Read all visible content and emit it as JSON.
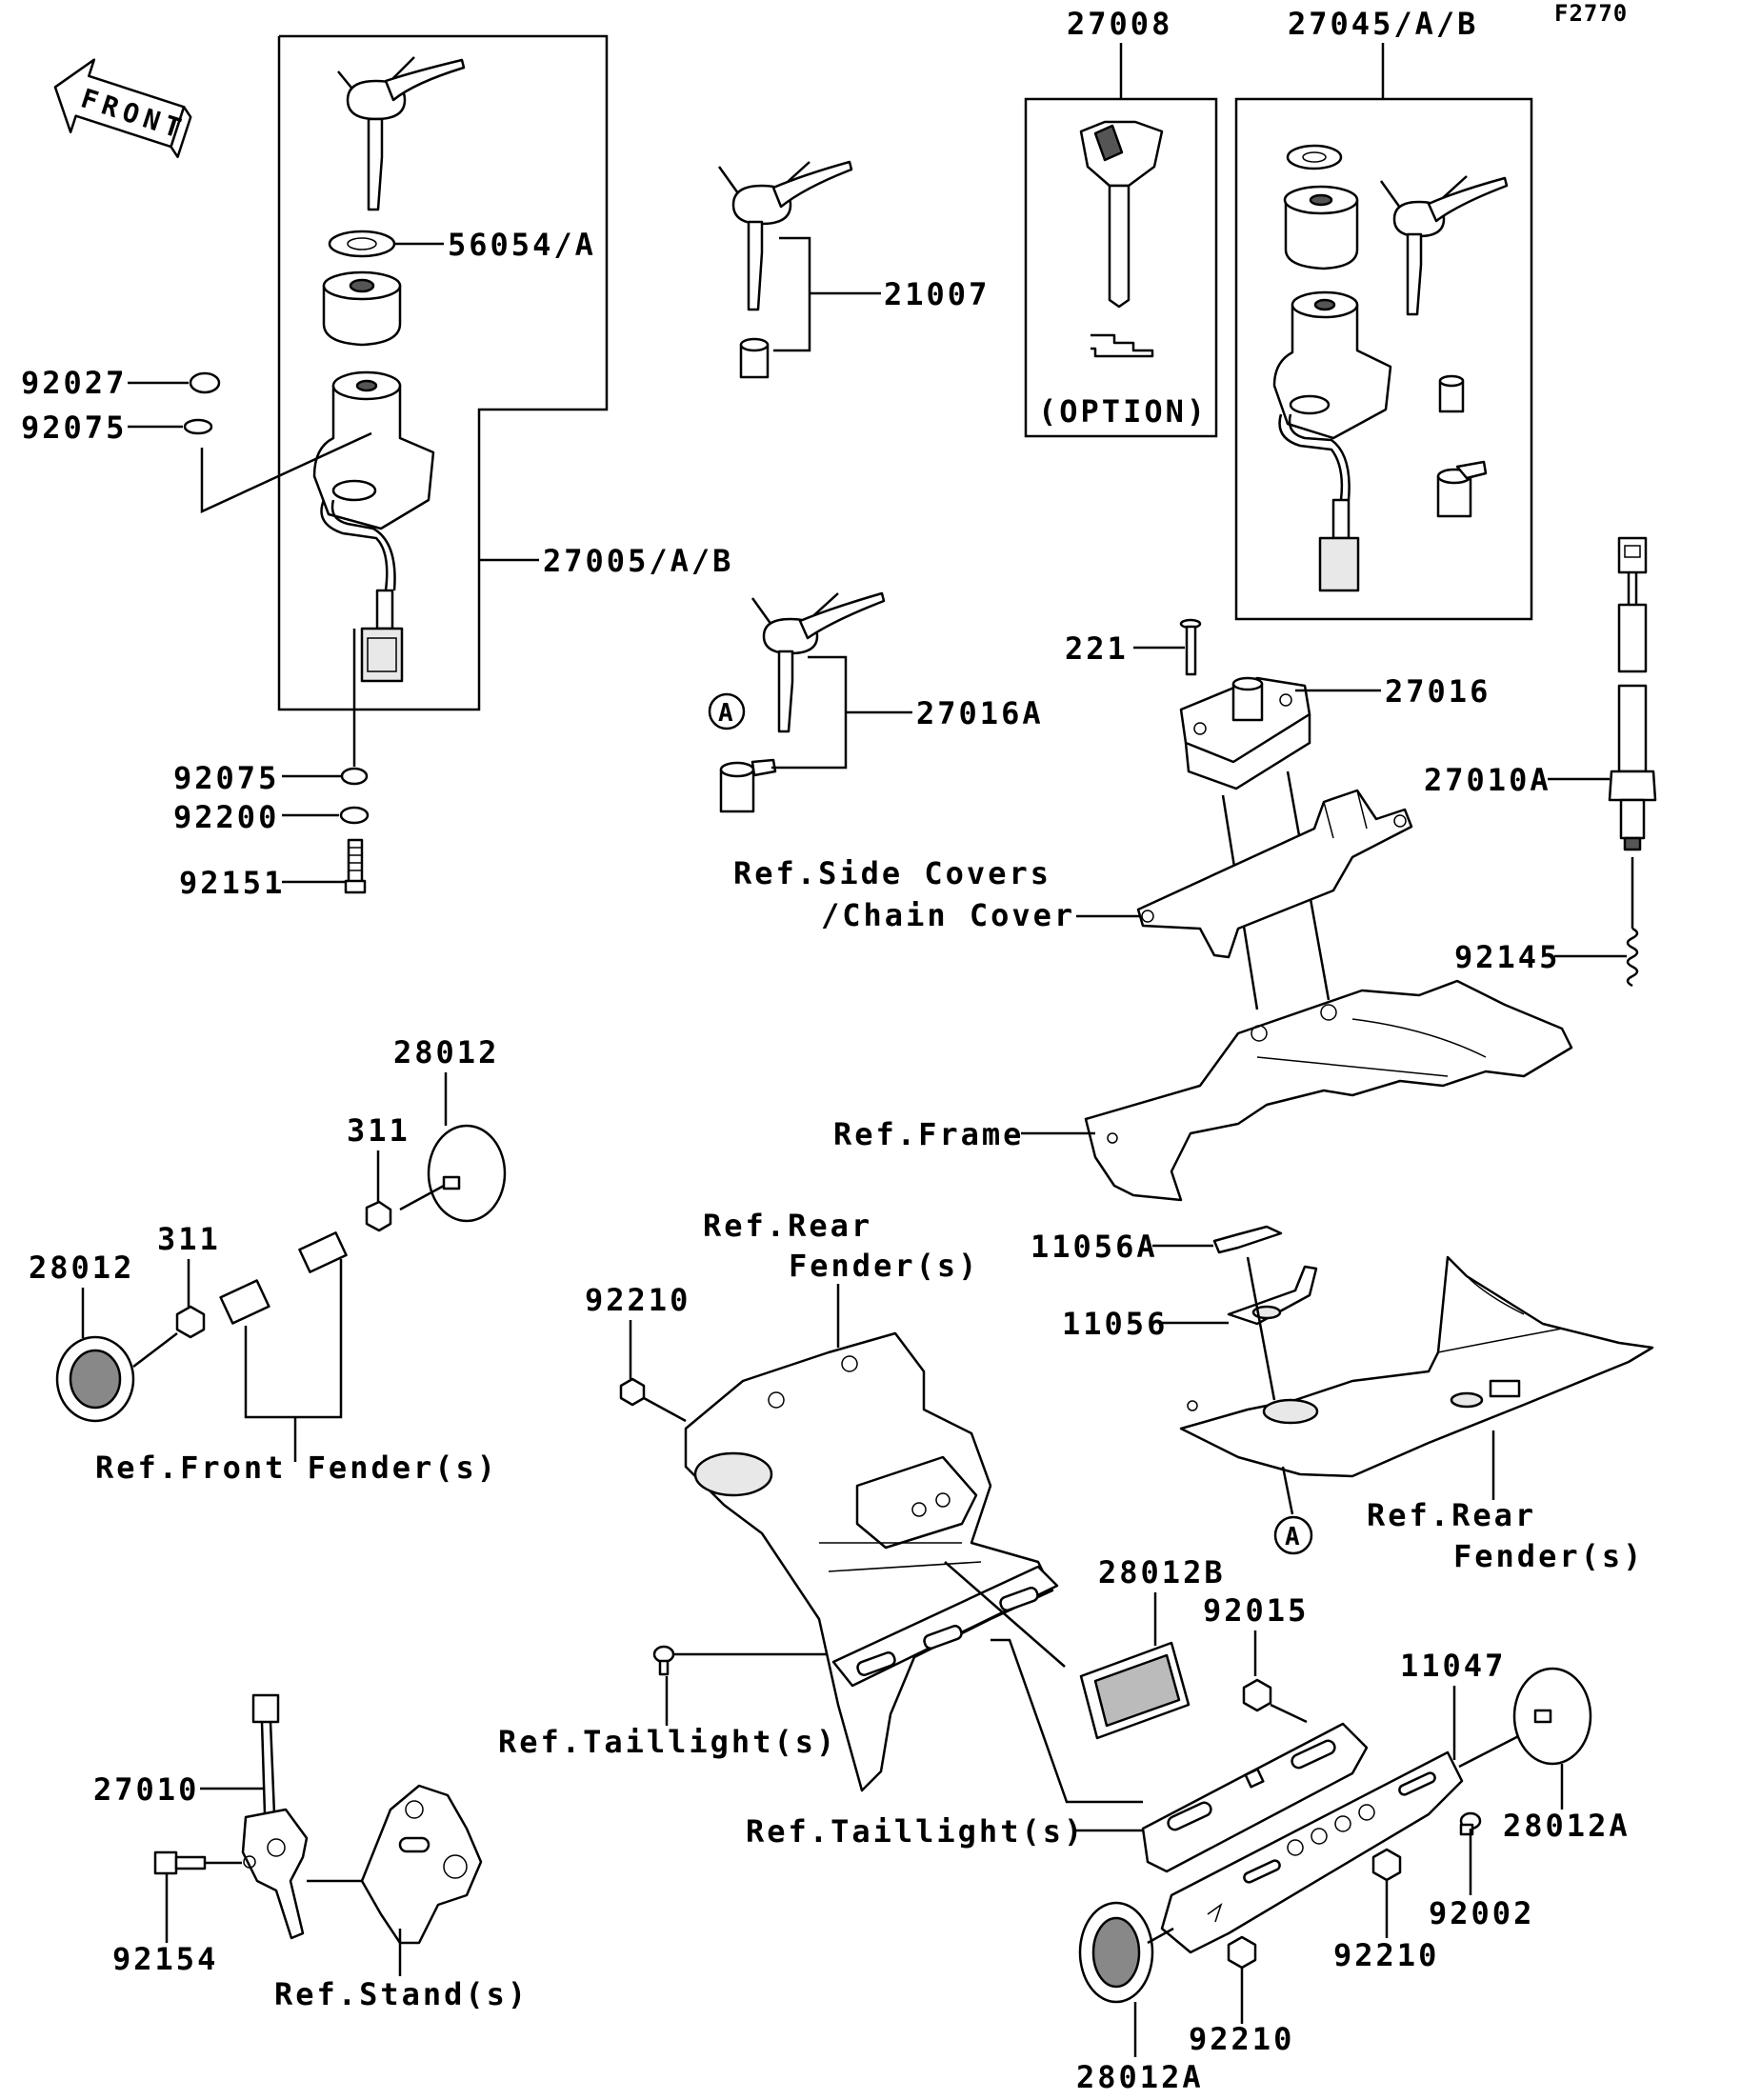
{
  "diagram_code": "F2770",
  "front_arrow_label": "FRONT",
  "option_label": "(OPTION)",
  "callout_a": "A",
  "labels": {
    "p27008": "27008",
    "p27045": "27045/A/B",
    "p56054": "56054/A",
    "p92027": "92027",
    "p92075_top": "92075",
    "p21007": "21007",
    "p27005": "27005/A/B",
    "p221": "221",
    "p27016": "27016",
    "p27016A": "27016A",
    "p27010A": "27010A",
    "p92075_bot": "92075",
    "p92200": "92200",
    "p92151": "92151",
    "ref_side_covers_1": "Ref.Side Covers",
    "ref_side_covers_2": "/Chain Cover",
    "p92145": "92145",
    "p28012_top": "28012",
    "p311_top": "311",
    "ref_frame": "Ref.Frame",
    "ref_rear_fender_1a": "Ref.Rear",
    "ref_rear_fender_1b": "Fender(s)",
    "p11056A": "11056A",
    "p28012_left": "28012",
    "p311_left": "311",
    "p92210_a": "92210",
    "p11056": "11056",
    "ref_front_fender": "Ref.Front Fender(s)",
    "ref_rear_fender_2a": "Ref.Rear",
    "ref_rear_fender_2b": "Fender(s)",
    "p28012B": "28012B",
    "p92015": "92015",
    "p11047": "11047",
    "ref_taillight_1": "Ref.Taillight(s)",
    "p27010": "27010",
    "ref_taillight_2": "Ref.Taillight(s)",
    "p28012A_right": "28012A",
    "p92154": "92154",
    "p92002": "92002",
    "ref_stands": "Ref.Stand(s)",
    "p92210_b": "92210",
    "p92210_c": "92210",
    "p28012A_bottom": "28012A"
  }
}
